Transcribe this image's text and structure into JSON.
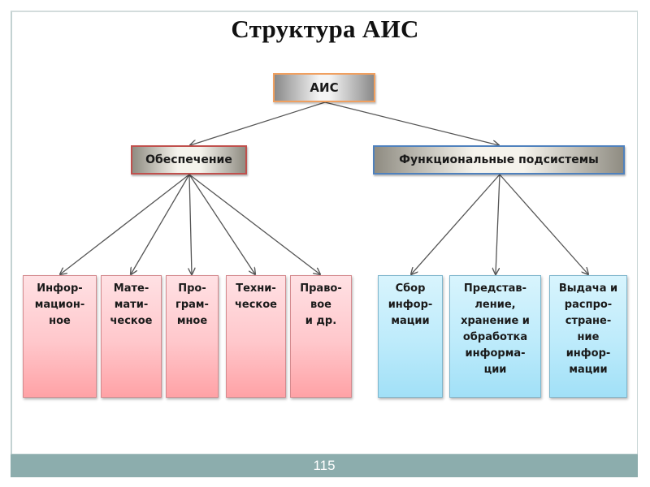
{
  "slide": {
    "title": "Структура АИС",
    "page_number": "115"
  },
  "diagram": {
    "root": {
      "label": "АИС"
    },
    "branches": [
      {
        "label": "Обеспечение",
        "children": [
          "Инфор-\nмацион-\nное",
          "Мате-\nмати-\nческое",
          "Про-\nграм-\nмное",
          "Техни-\nческое",
          "Право-\nвое\nи др."
        ]
      },
      {
        "label": "Функциональные подсистемы",
        "children": [
          "Сбор\nинфор-\nмации",
          "Представ-\nление,\nхранение и\nобработка\nинформа-\nции",
          "Выдача и\nраспро-\nстране-\nние\nинфор-\nмации"
        ]
      }
    ]
  },
  "colors": {
    "root_border": "#f0a060",
    "left_branch_border": "#c0504d",
    "right_branch_border": "#4f81bd",
    "left_leaf_fill": "#ffc7cb",
    "right_leaf_fill": "#bdebfb",
    "footer_bar": "#8cadad",
    "arrow": "#555555"
  }
}
